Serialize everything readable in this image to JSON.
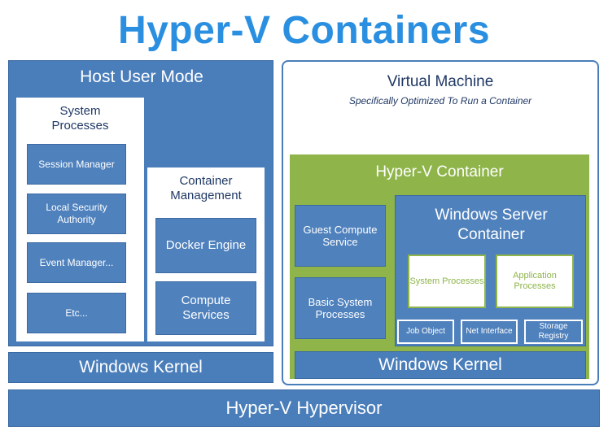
{
  "title": "Hyper-V Containers",
  "host": {
    "label": "Host User Mode",
    "system_processes": {
      "label": "System Processes",
      "items": [
        "Session Manager",
        "Local Security Authority",
        "Event Manager...",
        "Etc..."
      ]
    },
    "container_management": {
      "label": "Container Management",
      "items": [
        "Docker Engine",
        "Compute Services"
      ]
    },
    "kernel": "Windows Kernel"
  },
  "vm": {
    "label": "Virtual Machine",
    "subtitle": "Specifically Optimized To Run a Container",
    "hyperv_container": {
      "label": "Hyper-V Container",
      "left_items": [
        "Guest Compute Service",
        "Basic System Processes"
      ],
      "wsc": {
        "label": "Windows Server Container",
        "inner": [
          "System Processes",
          "Application Processes"
        ],
        "bottom": [
          "Job Object",
          "Net Interface",
          "Storage Registry"
        ]
      }
    },
    "kernel": "Windows Kernel"
  },
  "hypervisor": "Hyper-V Hypervisor",
  "colors": {
    "title": "#2a8fe0",
    "blue": "#4f81bd",
    "green": "#8eb44a",
    "inner_text": "#8eb44a"
  }
}
